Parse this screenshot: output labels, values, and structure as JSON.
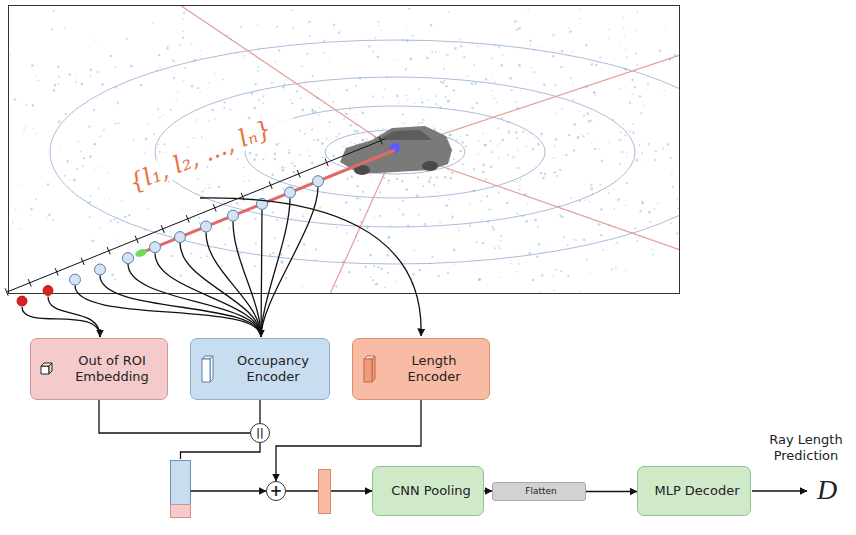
{
  "diagram": {
    "nodes": [
      {
        "text": [
          "Out of ROI Embedding"
        ]
      },
      {
        "text": [
          "Occupancy Encoder"
        ]
      },
      {
        "text": [
          "Length Encoder"
        ]
      },
      {
        "text": [
          "||"
        ]
      },
      {
        "text": [
          "+"
        ]
      },
      {
        "text": [
          "CNN Pooling"
        ]
      },
      {
        "text": [
          "Flatten"
        ]
      },
      {
        "text": [
          "MLP Decoder"
        ]
      }
    ],
    "edges": [
      {
        "from": 0,
        "to": 3,
        "arrow": "none"
      },
      {
        "from": 1,
        "to": 3,
        "arrow": "none"
      },
      {
        "from": 3,
        "to": 4,
        "arrow": "to"
      },
      {
        "from": 2,
        "to": 4,
        "arrow": "to"
      },
      {
        "from": 4,
        "to": 5,
        "arrow": "to"
      },
      {
        "from": 5,
        "to": 6,
        "arrow": "to"
      },
      {
        "from": 6,
        "to": 7,
        "arrow": "to"
      }
    ],
    "labels": [
      "{l₁, l₂, ..., lₙ}",
      "Ray Length Prediction",
      "D"
    ]
  }
}
